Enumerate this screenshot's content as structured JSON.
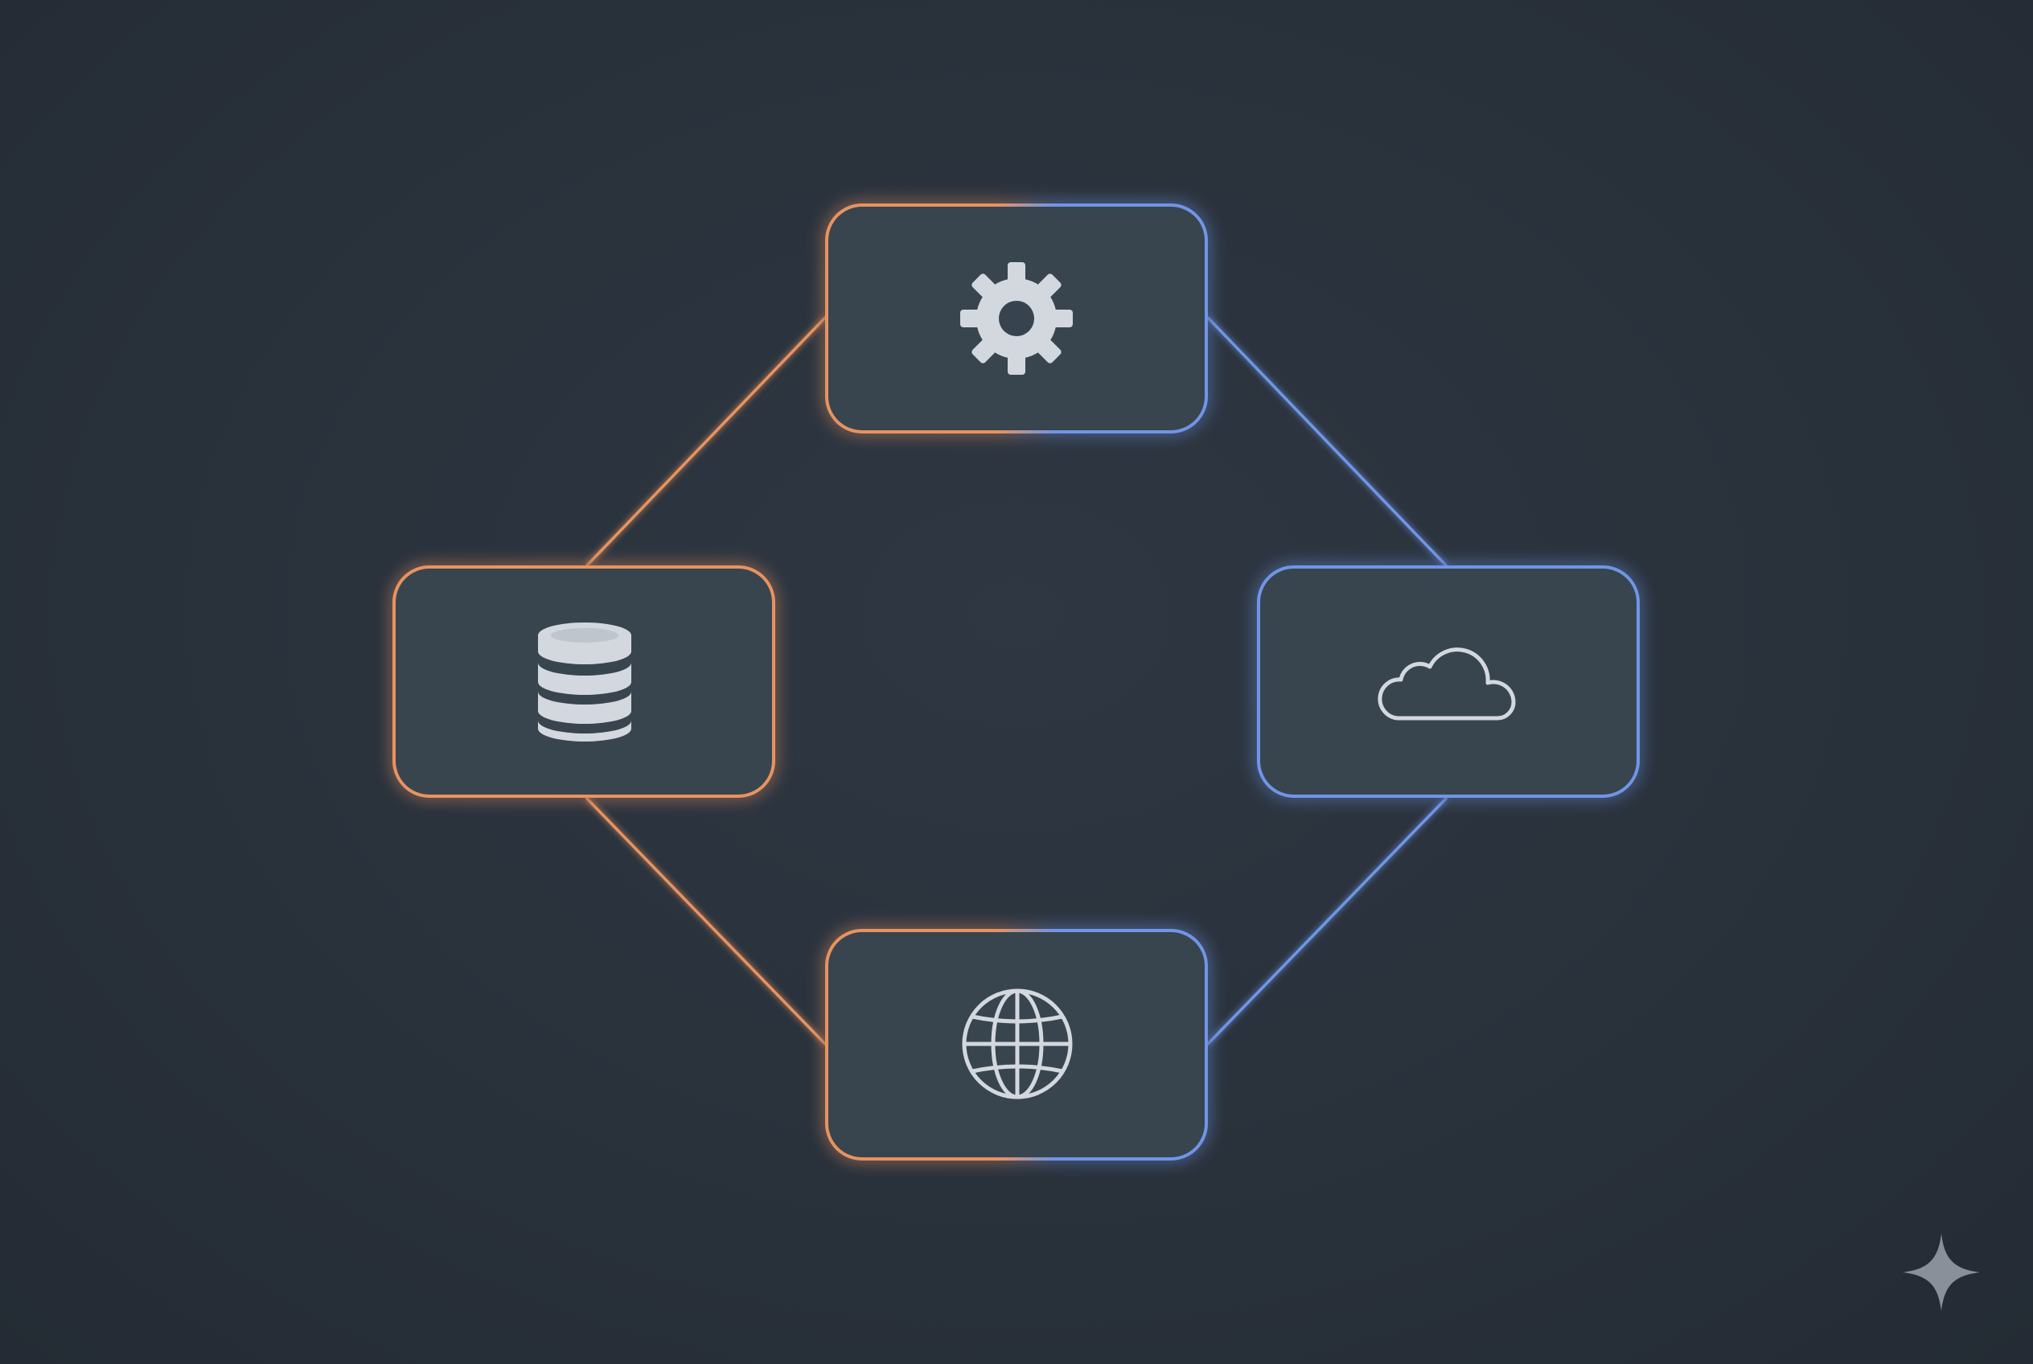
{
  "colors": {
    "background": "#29313b",
    "node_fill": "#37444f",
    "accent_orange": "#e8935f",
    "accent_blue": "#6f95e8",
    "icon": "#d3d8df",
    "sparkle": "#8a9099"
  },
  "nodes": [
    {
      "id": "settings",
      "icon": "gear-icon",
      "accent": "orange-blue"
    },
    {
      "id": "database",
      "icon": "database-icon",
      "accent": "orange"
    },
    {
      "id": "cloud",
      "icon": "cloud-icon",
      "accent": "blue"
    },
    {
      "id": "web",
      "icon": "globe-icon",
      "accent": "orange-blue"
    }
  ],
  "edges": [
    {
      "from": "settings",
      "to": "database",
      "color": "orange"
    },
    {
      "from": "settings",
      "to": "cloud",
      "color": "blue"
    },
    {
      "from": "database",
      "to": "web",
      "color": "orange"
    },
    {
      "from": "cloud",
      "to": "web",
      "color": "blue"
    }
  ],
  "watermark": {
    "icon": "sparkle-icon"
  }
}
